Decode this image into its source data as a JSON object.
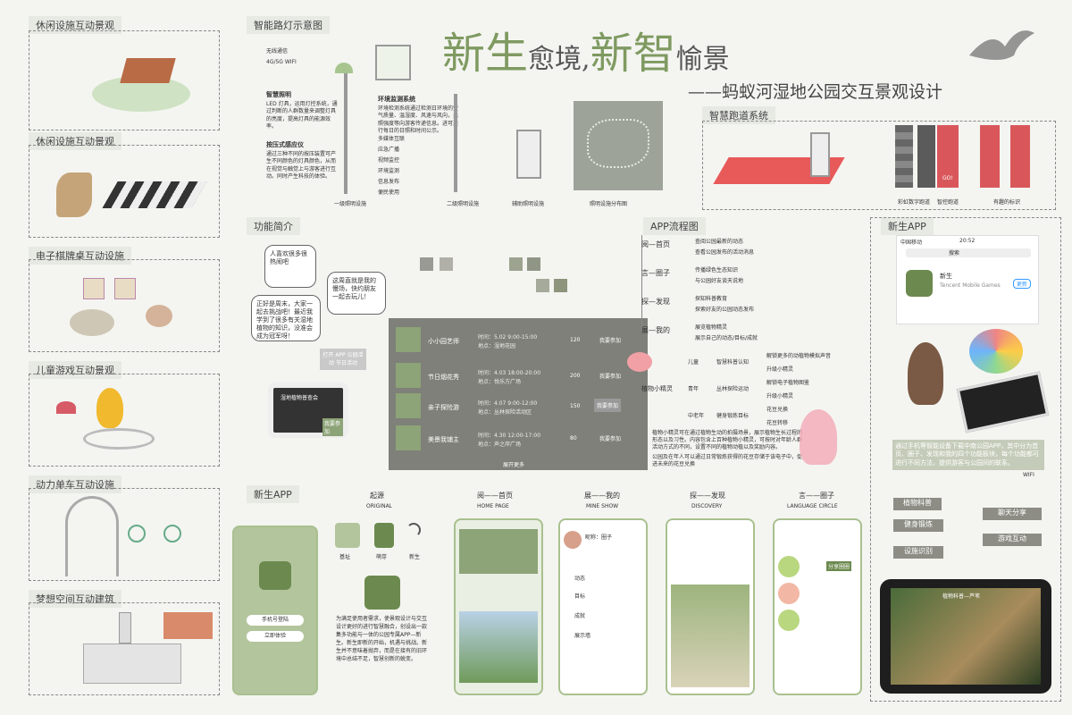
{
  "title": {
    "a": "新生",
    "b": "愈境,",
    "c": "新智",
    "d": "愉景",
    "subtitle": "——蚂蚁河湿地公园交互景观设计"
  },
  "left": [
    "休闲设施互动景观",
    "休闲设施互动景观",
    "电子棋牌桌互动设施",
    "儿童游戏互动景观",
    "动力单车互动设施",
    "梦想空间互动建筑"
  ],
  "light": {
    "heading": "智能路灯示意图",
    "wireless": "无线通信",
    "wifi": "4G/5G WIFI",
    "smart_head": "智慧照明",
    "smart_body": "LED 灯具，运用灯控系统，通过判断的人群数量来调整灯具的亮度，提高灯具的能源效率。",
    "press_head": "按压式感应仪",
    "press_body": "通过三种不同的按压装置可产生不同颜色的灯具颜色，从而在视觉与触觉上与游客进行互动。同时产生科技的体验。",
    "env_head": "环境监测系统",
    "env_body": "环境检测系统通过检测日环境的空气质量、温湿度、风速与风向，光照强度等向游客传递信息。进可进行每日的日照和时间公示。",
    "bullets": [
      "多媒体互联",
      "应急广播",
      "视频监控",
      "环境监测",
      "信息发布",
      "便民使用"
    ],
    "labels": [
      "一级照明设施",
      "二级照明设施",
      "辅助照明设施",
      "照明设施分布图"
    ]
  },
  "func": {
    "heading": "功能简介",
    "bubble1": "人喜欢很多很热闹吧",
    "bubble2": "正好是周末，大家一起去挑战吧！最近我学到了很多有关湿地植物的知识，没准会成为冠军呀！",
    "bubble3": "这周直就是我的慢场，快约朋友一起去玩儿！",
    "cta": "打开 APP 公园活动 节日活动",
    "tablet_title": "湿地植物普查会",
    "tablet_btn": "我要参加",
    "events": [
      {
        "name": "小小园艺师",
        "time": "时间：5.02  9:00-15:00",
        "place": "地点：湿地花园",
        "likes": "120",
        "btn": "我要参加"
      },
      {
        "name": "节日烟花秀",
        "time": "时间：4.03  18:00-20:00",
        "place": "地点：悦乐方广场",
        "likes": "200",
        "btn": "我要参加"
      },
      {
        "name": "亲子探险游",
        "time": "时间：4.07  9:00-12:00",
        "place": "地点：丛林探险活动区",
        "likes": "150",
        "btn": "我要参加"
      },
      {
        "name": "美景我铺主",
        "time": "时间：4.30  12:00-17:00",
        "place": "地点：声之岸广场",
        "likes": "80",
        "btn": "我要参加"
      }
    ],
    "more": "展开更多"
  },
  "flow": {
    "heading": "APP流程图",
    "items": [
      {
        "label": "阅—首页",
        "subs": [
          "查阅公园最新的动态",
          "查看公园发布的活动消息"
        ]
      },
      {
        "label": "言—圈子",
        "subs": [
          "传播绿色生态知识",
          "与公园好友谈天说地"
        ]
      },
      {
        "label": "探—发现",
        "subs": [
          "探知科普教育",
          "探索好友的公园动态发布"
        ]
      },
      {
        "label": "展—我的",
        "subs": [
          "展览植物精灵",
          "展示自己的动态/目标/成就"
        ]
      }
    ],
    "plant": "植物小精灵",
    "groups": [
      {
        "age": "儿童",
        "mid": "智慧科普认知",
        "outs": [
          "解锁更多的动植物模拟声音",
          "升级小精灵"
        ]
      },
      {
        "age": "青年",
        "mid": "丛林探险运动",
        "outs": [
          "解锁电子植物图鉴",
          "升级小精灵"
        ]
      },
      {
        "age": "中老年",
        "mid": "健身锻炼目标",
        "outs": [
          "花豆兑换",
          "花豆转移"
        ]
      }
    ],
    "note1": "植物小精灵可在通过植物生动的拍摄场景，展示植物生长过程的形态以及习性。内容包含上百种植物小精灵，可按时对年龄人群活动方式的不同，设置不同的植物动植以及奖励内容。",
    "note2": "公园及在年人可以通过日常锻炼获得的花豆存储于该电子中，促进未来的花豆兑换"
  },
  "run": {
    "heading": "智慧跑道系统",
    "labels": [
      "彩虹数字跑道",
      "智控跑道",
      "有趣的标识"
    ],
    "go": "GO!"
  },
  "app": {
    "heading": "新生APP",
    "carrier": "中国移动",
    "time": "20:52",
    "search": "搜索",
    "app_name": "新生",
    "app_dev": "Tencent Mobile Games",
    "install": "更新",
    "desc": "通过手机等智能设备下载中南公园APP，其中分为首页、圈子、发现和我的四个功能板块，每个功能都可进行不同方法，提供游客与公园间的联系。",
    "wifi": "WIFI",
    "tags": [
      "植物科普",
      "聊天分享",
      "健身锻炼",
      "游戏互动",
      "设施识别"
    ],
    "tablet_title": "植物科普—芦苇"
  },
  "bottom": {
    "heading": "新生APP",
    "login": "手机号登陆",
    "signup": "立即体验",
    "origin_cn": "起源",
    "origin_en": "ORIGINAL",
    "origin_labels": [
      "基址",
      "萌芽",
      "新生"
    ],
    "origin_text": "为满足使用者需求，使景观设计与交互设计更好的进行智慧融合，创设出一款集多功能与一体的公园专属APP—新生。新生即新的开始，机遇与挑战。新生并不意味着抛弃，而是在接有的旧环境中总结不足，智慧创新的蜕变。",
    "screens": [
      {
        "cn": "阅——首页",
        "en": "HOME PAGE"
      },
      {
        "cn": "展——我的",
        "en": "MINE SHOW"
      },
      {
        "cn": "探——发现",
        "en": "DISCOVERY"
      },
      {
        "cn": "言——圈子",
        "en": "LANGUAGE CIRCLE"
      }
    ],
    "mine_items": [
      "动态",
      "目标",
      "成就",
      "展示墙"
    ],
    "mine_name": "昵称：圈子",
    "circle_btn": "分享圈圈"
  }
}
